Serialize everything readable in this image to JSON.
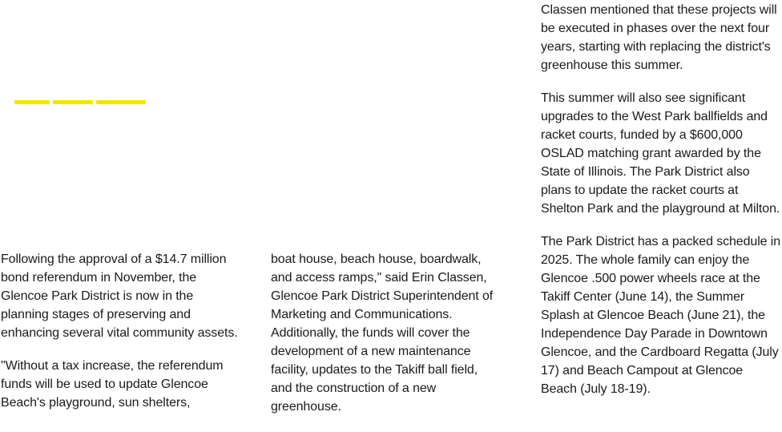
{
  "article": {
    "left_column": {
      "p1": "Following the approval of a $14.7 million bond referendum in November, the Glencoe Park District is now in the planning stages of preserving and enhancing several vital community assets.",
      "p2": "\"Without a tax increase, the referendum funds will be used to update Glencoe Beach's playground, sun shelters,"
    },
    "middle_column": {
      "p1": "boat house, beach house, boardwalk, and access ramps,\" said Erin Classen, Glencoe Park District Superintendent of Marketing and Communications. Additionally, the funds will cover the development of a new maintenance facility, updates to the Takiff ball field, and the construction of a new greenhouse."
    },
    "right_column": {
      "p1": "Classen mentioned that these projects will be executed in phases over the next four years, starting with replacing the district's greenhouse this summer.",
      "p2": "This summer will also see significant upgrades to the West Park ballfields and racket courts, funded by a $600,000 OSLAD matching grant awarded by the State of Illinois. The Park District also plans to update the racket courts at Shelton Park and the playground at Milton.",
      "p3": "The Park District has a packed schedule in 2025. The whole family can enjoy the Glencoe .500 power wheels race at the Takiff Center (June 14), the Summer Splash at Glencoe Beach (June 21), the Independence Day Parade in Downtown Glencoe, and the Cardboard Regatta (July 17) and Beach Campout at Glencoe Beach (July 18-19)."
    }
  },
  "colors": {
    "text": "#1a1a1a",
    "highlight": "#f2e600"
  }
}
